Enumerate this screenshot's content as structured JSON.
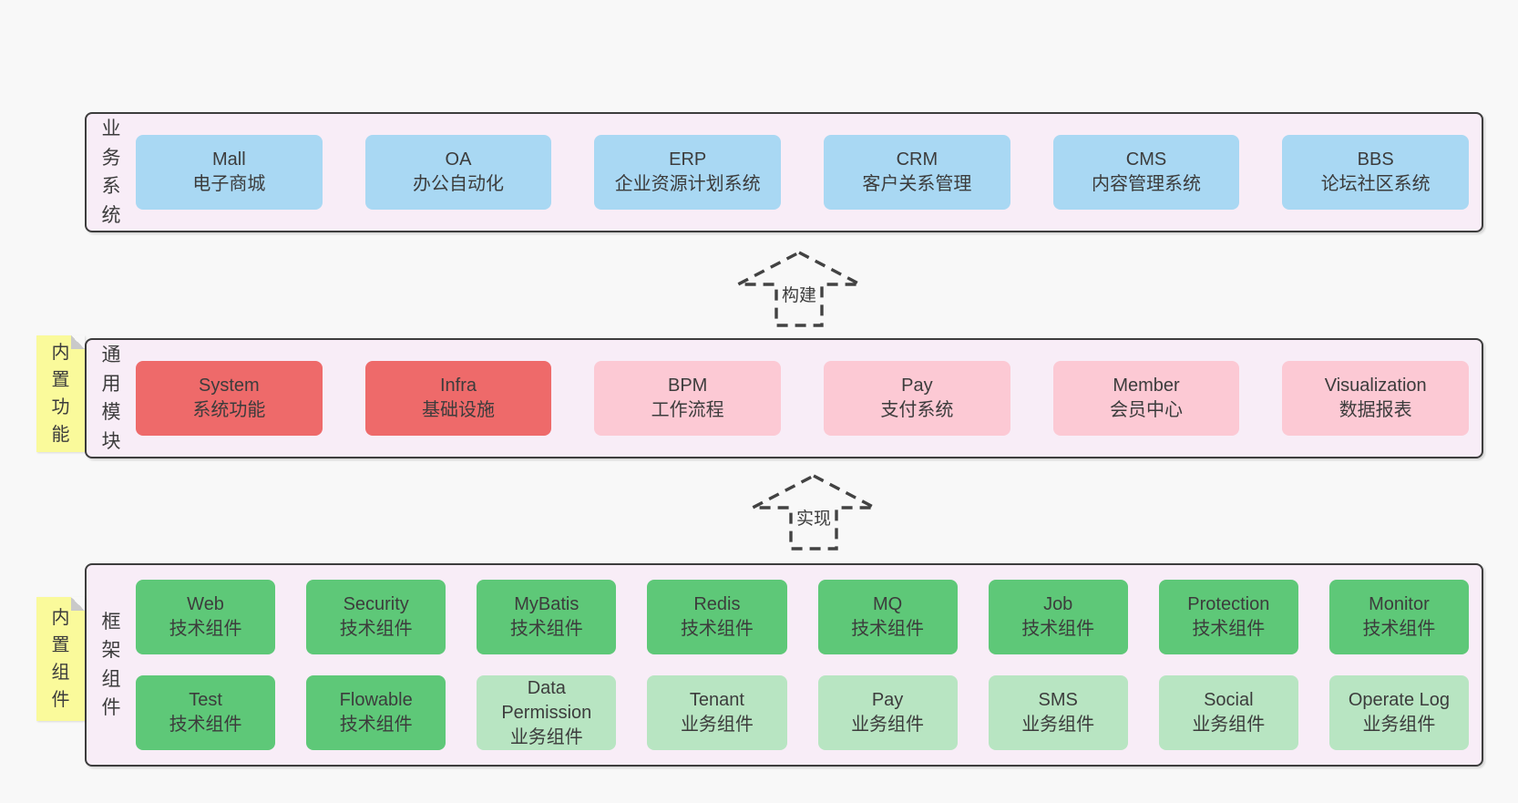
{
  "layers": {
    "business": {
      "label": "业务系统",
      "boxes": [
        {
          "name": "Mall",
          "desc": "电子商城"
        },
        {
          "name": "OA",
          "desc": "办公自动化"
        },
        {
          "name": "ERP",
          "desc": "企业资源计划系统"
        },
        {
          "name": "CRM",
          "desc": "客户关系管理"
        },
        {
          "name": "CMS",
          "desc": "内容管理系统"
        },
        {
          "name": "BBS",
          "desc": "论坛社区系统"
        }
      ]
    },
    "modules": {
      "label": "通用模块",
      "sticky": "内置功能",
      "boxes": [
        {
          "name": "System",
          "desc": "系统功能"
        },
        {
          "name": "Infra",
          "desc": "基础设施"
        },
        {
          "name": "BPM",
          "desc": "工作流程"
        },
        {
          "name": "Pay",
          "desc": "支付系统"
        },
        {
          "name": "Member",
          "desc": "会员中心"
        },
        {
          "name": "Visualization",
          "desc": "数据报表"
        }
      ]
    },
    "components": {
      "label": "框架组件",
      "sticky": "内置组件",
      "row1": [
        {
          "name": "Web",
          "desc": "技术组件"
        },
        {
          "name": "Security",
          "desc": "技术组件"
        },
        {
          "name": "MyBatis",
          "desc": "技术组件"
        },
        {
          "name": "Redis",
          "desc": "技术组件"
        },
        {
          "name": "MQ",
          "desc": "技术组件"
        },
        {
          "name": "Job",
          "desc": "技术组件"
        },
        {
          "name": "Protection",
          "desc": "技术组件"
        },
        {
          "name": "Monitor",
          "desc": "技术组件"
        }
      ],
      "row2": [
        {
          "name": "Test",
          "desc": "技术组件"
        },
        {
          "name": "Flowable",
          "desc": "技术组件"
        },
        {
          "name": "Data Permission",
          "desc": "业务组件"
        },
        {
          "name": "Tenant",
          "desc": "业务组件"
        },
        {
          "name": "Pay",
          "desc": "业务组件"
        },
        {
          "name": "SMS",
          "desc": "业务组件"
        },
        {
          "name": "Social",
          "desc": "业务组件"
        },
        {
          "name": "Operate Log",
          "desc": "业务组件"
        }
      ]
    }
  },
  "arrows": {
    "build": "构建",
    "implement": "实现"
  },
  "colors": {
    "page_bg": "#f8f8f8",
    "panel_bg": "#f8edf7",
    "panel_border": "#3d3d3d",
    "blue_box": "#a9d8f3",
    "red_box": "#ee6a6a",
    "pink_box": "#fcc9d4",
    "green_dark_box": "#5ec878",
    "green_light_box": "#b8e5c2",
    "sticky_bg": "#fafa9b",
    "text": "#3c3c3c",
    "arrow_stroke": "#424242"
  }
}
